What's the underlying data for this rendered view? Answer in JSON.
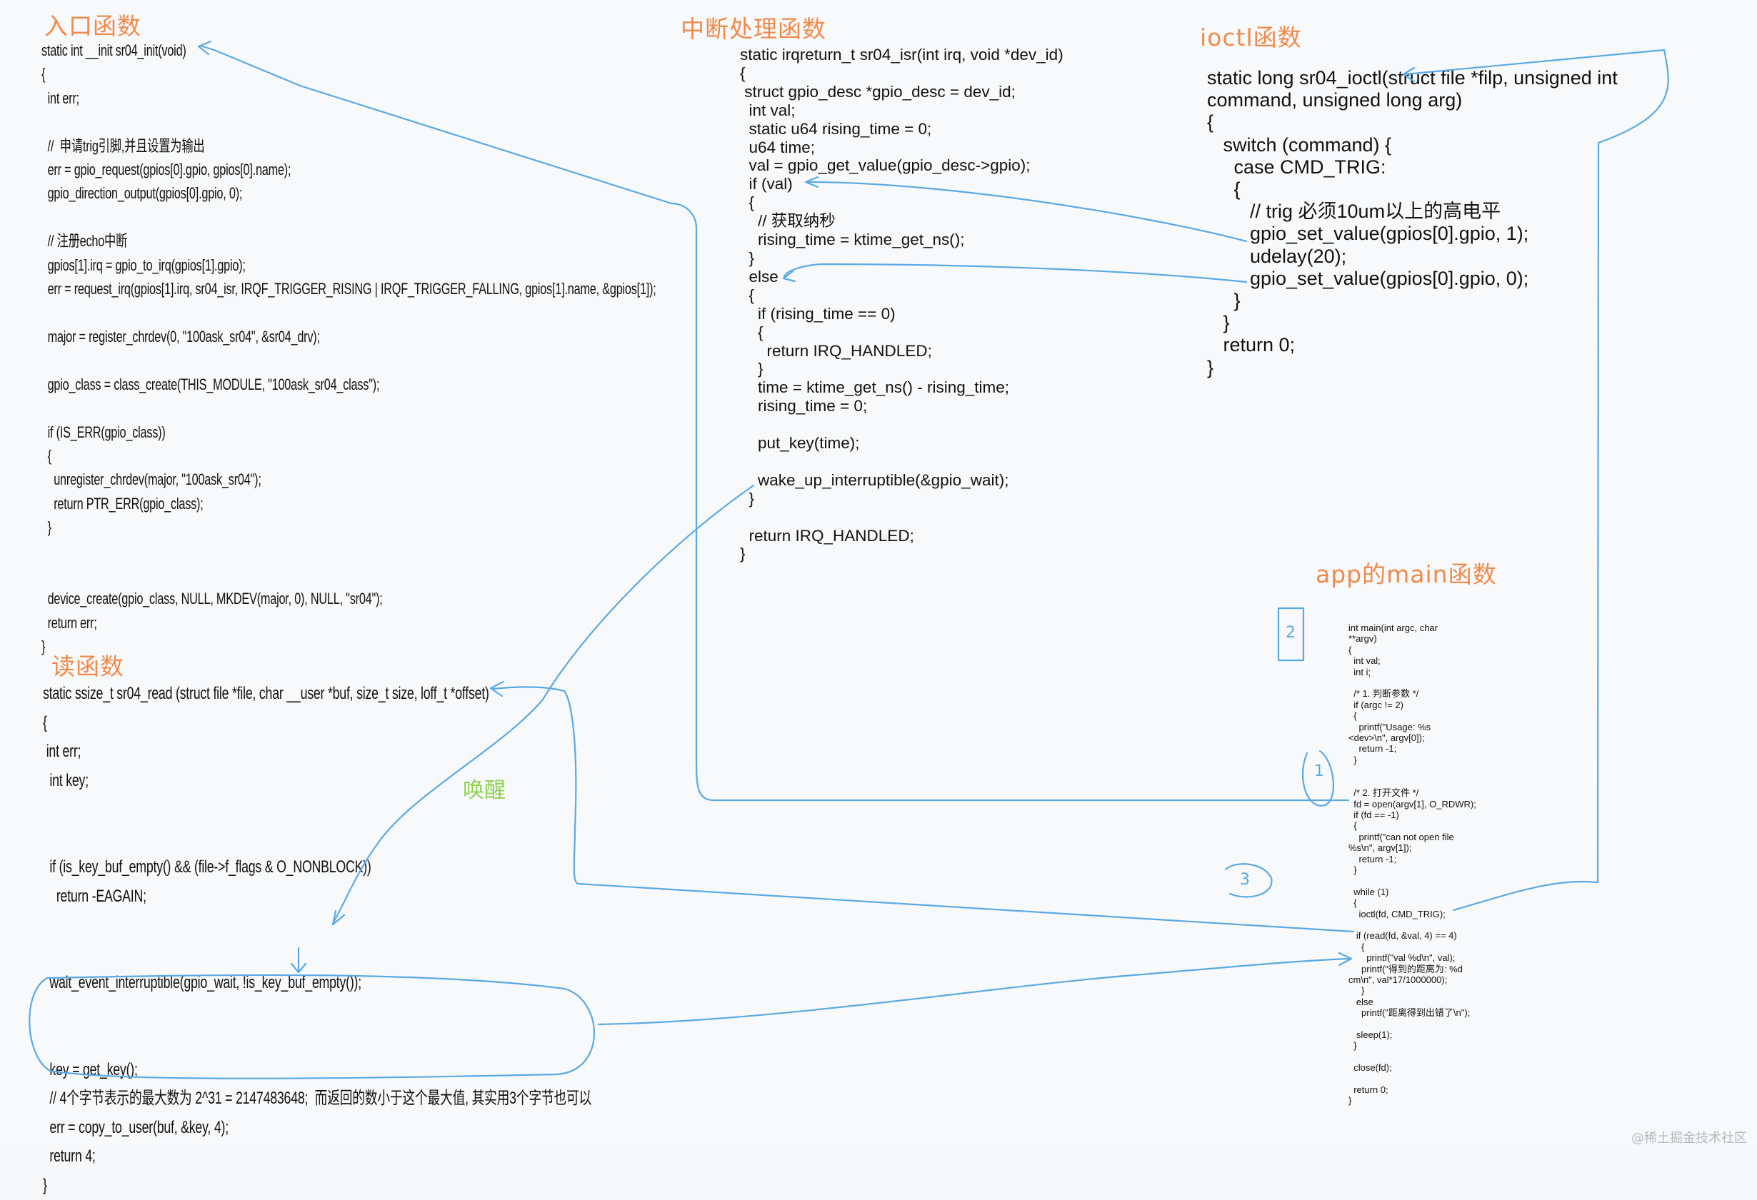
{
  "headings": {
    "init": "入口函数",
    "isr": "中断处理函数",
    "ioctl": "ioctl函数",
    "read": "读函数",
    "app": "app的main函数"
  },
  "wake_label": "唤醒",
  "markers": {
    "one": "1",
    "two": "2",
    "three": "3"
  },
  "code": {
    "init": "static int __init sr04_init(void)\n{\n  int err;\n\n  //  申请trig引脚,并且设置为输出\n  err = gpio_request(gpios[0].gpio, gpios[0].name);\n  gpio_direction_output(gpios[0].gpio, 0);\n\n  // 注册echo中断\n  gpios[1].irq = gpio_to_irq(gpios[1].gpio);\n  err = request_irq(gpios[1].irq, sr04_isr, IRQF_TRIGGER_RISING | IRQF_TRIGGER_FALLING, gpios[1].name, &gpios[1]);\n\n  major = register_chrdev(0, \"100ask_sr04\", &sr04_drv);\n\n  gpio_class = class_create(THIS_MODULE, \"100ask_sr04_class\");\n\n  if (IS_ERR(gpio_class))\n  {\n    unregister_chrdev(major, \"100ask_sr04\");\n    return PTR_ERR(gpio_class);\n  }\n\n\n  device_create(gpio_class, NULL, MKDEV(major, 0), NULL, \"sr04\");\n  return err;\n}",
    "isr": "static irqreturn_t sr04_isr(int irq, void *dev_id)\n{\n struct gpio_desc *gpio_desc = dev_id;\n  int val;\n  static u64 rising_time = 0;\n  u64 time;\n  val = gpio_get_value(gpio_desc->gpio);\n  if (val)\n  {\n    // 获取纳秒\n    rising_time = ktime_get_ns();\n  }\n  else\n  {\n    if (rising_time == 0)\n    {\n      return IRQ_HANDLED;\n    }\n    time = ktime_get_ns() - rising_time;\n    rising_time = 0;\n\n    put_key(time);\n\n    wake_up_interruptible(&gpio_wait);\n  }\n\n  return IRQ_HANDLED;\n}",
    "ioctl": "static long sr04_ioctl(struct file *filp, unsigned int\ncommand, unsigned long arg)\n{\n   switch (command) {\n     case CMD_TRIG:\n     {\n        // trig 必须10um以上的高电平\n        gpio_set_value(gpios[0].gpio, 1);\n        udelay(20);\n        gpio_set_value(gpios[0].gpio, 0);\n     }\n   }\n   return 0;\n}",
    "read": "static ssize_t sr04_read (struct file *file, char __user *buf, size_t size, loff_t *offset)\n{\n int err;\n  int key;\n\n\n  if (is_key_buf_empty() && (file->f_flags & O_NONBLOCK))\n    return -EAGAIN;\n\n\n  wait_event_interruptible(gpio_wait, !is_key_buf_empty());\n\n\n  key = get_key();\n  // 4个字节表示的最大数为 2^31 = 2147483648;  而返回的数小于这个最大值, 其实用3个字节也可以\n  err = copy_to_user(buf, &key, 4);\n  return 4;\n}",
    "app": "int main(int argc, char\n**argv)\n{\n  int val;\n  int i;\n\n  /* 1. 判断参数 */\n  if (argc != 2)\n  {\n    printf(\"Usage: %s\n<dev>\\n\", argv[0]);\n    return -1;\n  }\n\n\n  /* 2. 打开文件 */\n  fd = open(argv[1], O_RDWR);\n  if (fd == -1)\n  {\n    printf(\"can not open file\n%s\\n\", argv[1]);\n    return -1;\n  }\n\n  while (1)\n  {\n    ioctl(fd, CMD_TRIG);\n\n   if (read(fd, &val, 4) == 4)\n     {\n       printf(\"val %d\\n\", val);\n     printf(\"得到的距离为: %d\ncm\\n\", val*17/1000000);\n     }\n   else\n     printf(\"距离得到出错了\\n\");\n\n   sleep(1);\n  }\n\n  close(fd);\n\n  return 0;\n}"
  },
  "watermark": "@稀土掘金技术社区",
  "colors": {
    "heading": "#f08a4b",
    "annotation": "#5aa9e6",
    "wake": "#8fd14f"
  }
}
